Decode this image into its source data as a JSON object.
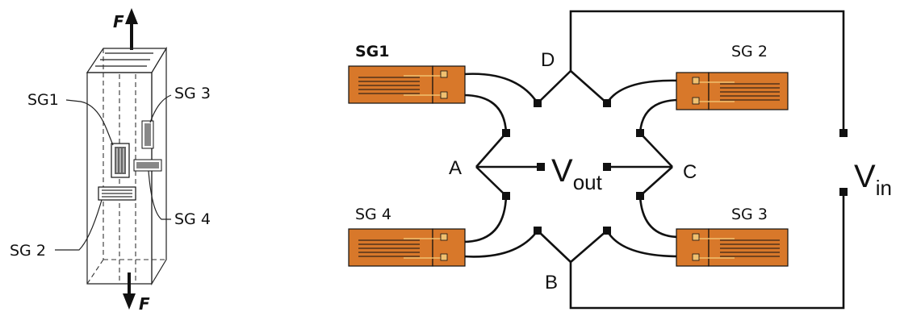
{
  "figure": {
    "left_panel": {
      "force_top": "F",
      "force_bottom": "F",
      "gauges": [
        "SG1",
        "SG 3",
        "SG 4",
        "SG 2"
      ]
    },
    "bridge": {
      "gauge_labels": {
        "sg1": "SG1",
        "sg2": "SG 2",
        "sg3": "SG 3",
        "sg4": "SG 4"
      },
      "nodes": {
        "a": "A",
        "b": "B",
        "c": "C",
        "d": "D"
      },
      "vout": {
        "base": "V",
        "sub": "out"
      },
      "vin": {
        "base": "V",
        "sub": "in"
      }
    }
  },
  "colors": {
    "gauge_fill": "#d8782a",
    "wire": "#111111",
    "background": "#ffffff"
  }
}
